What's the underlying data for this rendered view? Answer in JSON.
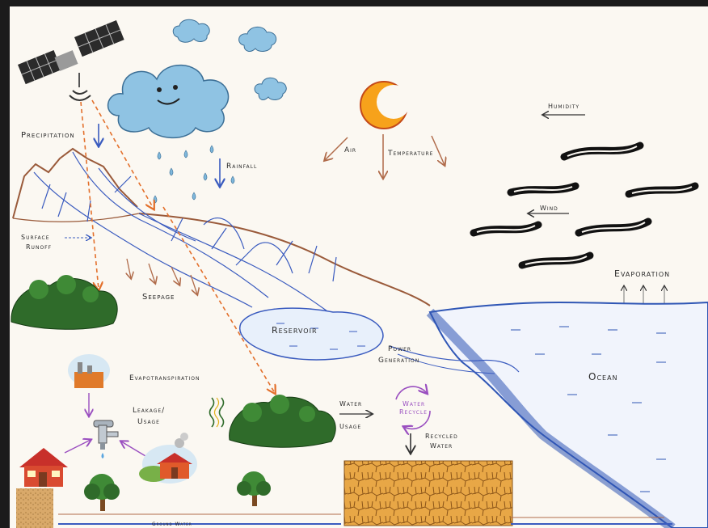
{
  "labels": {
    "precipitation": "Precipitation",
    "rainfall": "Rainfall",
    "surface_runoff_1": "Surface",
    "surface_runoff_2": "Runoff",
    "seepage": "Seepage",
    "reservoir": "Reservoir",
    "air": "Air",
    "temperature": "Temperature",
    "humidity": "Humidity",
    "wind": "Wind",
    "evaporation": "Evaporation",
    "power_generation_1": "Power",
    "power_generation_2": "Generation",
    "ocean": "Ocean",
    "evapotranspiration": "Evapotranspiration",
    "leakage_1": "Leakage/",
    "leakage_2": "Usage",
    "water_usage_1": "Water",
    "water_usage_2": "Usage",
    "water_recycle_1": "Water",
    "water_recycle_2": "Recycle",
    "recycled_water_1": "Recycled",
    "recycled_water_2": "Water",
    "ground_water": "Ground Water"
  },
  "colors": {
    "board": "#fbf8f2",
    "cloud": "#8fc3e3",
    "sun": "#f7a21b",
    "ocean": "#2f56b5",
    "tree": "#2f6b2a",
    "soil": "#e6a544",
    "arrow_orange": "#e3702c",
    "arrow_brown": "#b06b4a"
  },
  "icons": [
    "satellite-icon",
    "cloud-icon",
    "sun-icon",
    "faucet-icon",
    "house-icon",
    "factory-icon",
    "recycle-icon",
    "tree-icon"
  ]
}
